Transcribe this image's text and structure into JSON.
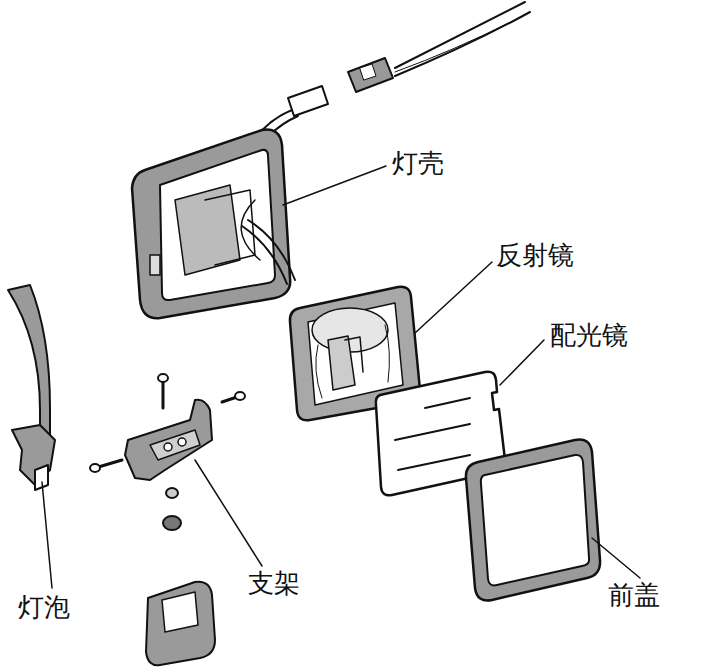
{
  "diagram": {
    "labels": [
      "灯壳",
      "反射镜",
      "配光镜",
      "前盖",
      "支架",
      "灯泡"
    ]
  }
}
